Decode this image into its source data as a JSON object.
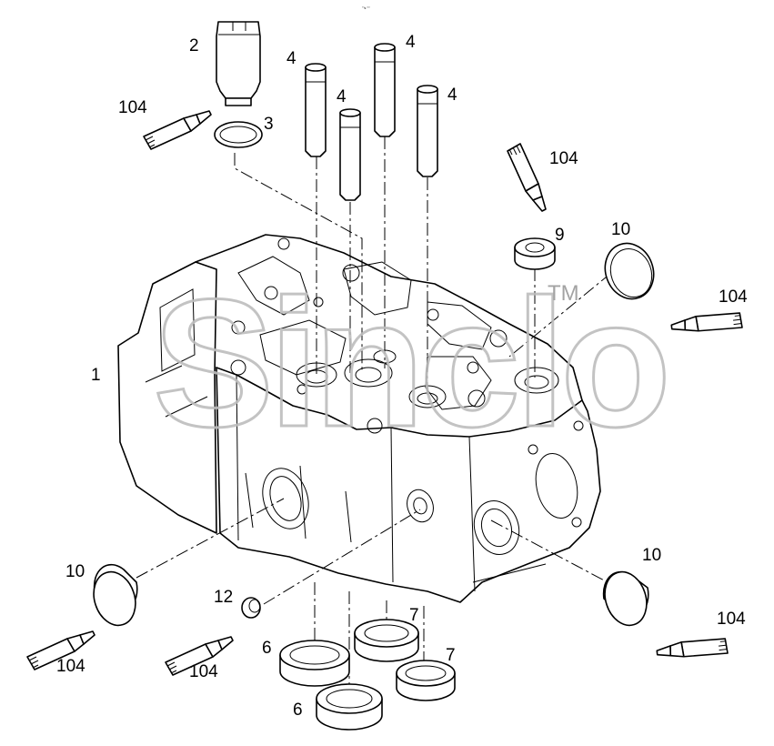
{
  "drawing_ref": "°’s ′′′′",
  "watermark": {
    "text": "Sinclo",
    "mark": "TM"
  },
  "callouts": {
    "cylinder_head": "1",
    "sleeve": "2",
    "o_ring": "3",
    "valve_guide_a": "4",
    "valve_guide_b": "4",
    "valve_guide_c": "4",
    "valve_guide_d": "4",
    "sealant_1": "104",
    "sealant_2": "104",
    "sealant_3": "104",
    "sealant_4": "104",
    "sealant_5": "104",
    "sealant_6": "104",
    "bushing": "9",
    "plug_top": "10",
    "plug_left": "10",
    "plug_right": "10",
    "small_plug": "12",
    "seat_insert_a": "6",
    "seat_insert_b": "6",
    "seat_ring_a": "7",
    "seat_ring_b": "7"
  }
}
